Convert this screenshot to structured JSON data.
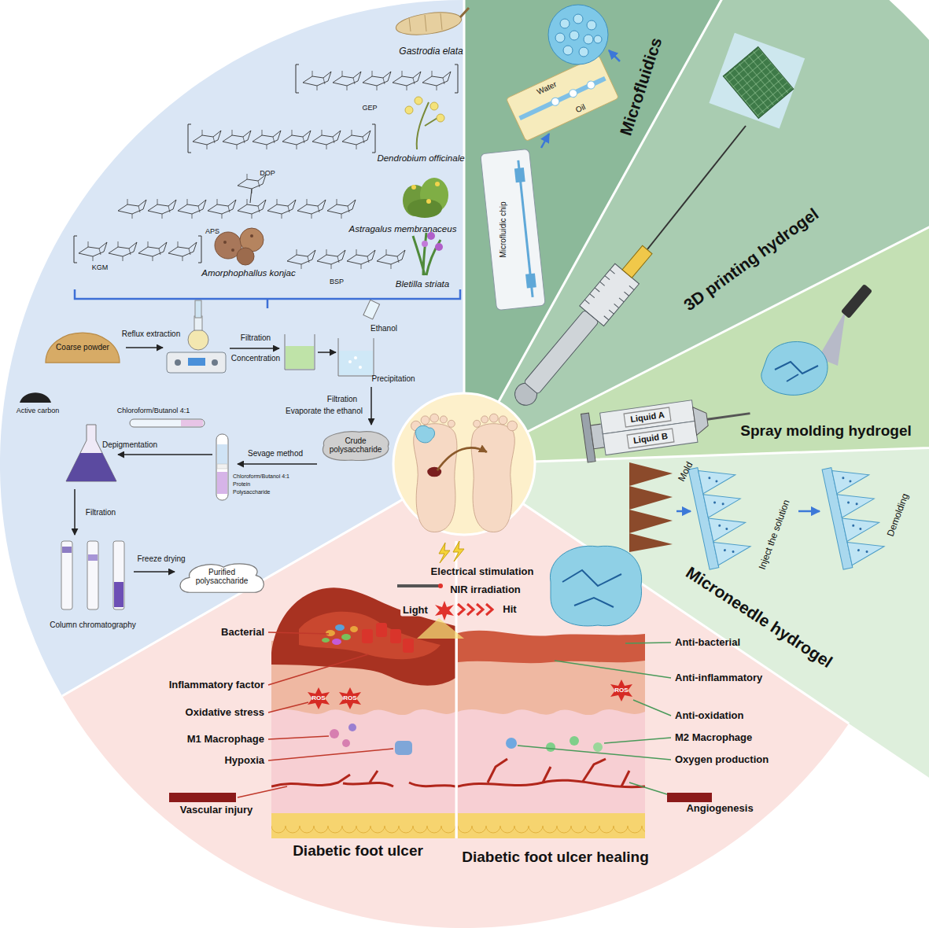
{
  "diagram": {
    "nodes": [
      {
        "text": [
          "Coarse powder"
        ]
      },
      {
        "text": [
          "Crude polysaccharide"
        ]
      },
      {
        "text": [
          "Purified polysaccharide"
        ]
      },
      {
        "text": [
          "Liquid A"
        ]
      },
      {
        "text": [
          "Liquid B"
        ]
      }
    ],
    "labels": [
      "Gastrodia elata",
      "GEP",
      "DOP",
      "Dendrobium officinale",
      "APS",
      "Astragalus membranaceus",
      "KGM",
      "Amorphophallus konjac",
      "BSP",
      "Bletilla striata",
      "Reflux extraction",
      "Filtration",
      "Concentration",
      "Ethanol",
      "Precipitation",
      "Filtration",
      "Evaporate the ethanol",
      "Sevage method",
      "Chloroform/Butanol 4:1",
      "Chloroform/Butanol 4:1",
      "Protein",
      "Polysaccharide",
      "Active carbon",
      "Depigmentation",
      "Filtration",
      "Freeze drying",
      "Column chromatography",
      "Water",
      "Oil",
      "Microfluidic chip",
      "Microfluidics",
      "3D printing hydrogel",
      "Spray molding hydrogel",
      "Mold",
      "Inject the solution",
      "Demolding",
      "Microneedle hydrogel",
      "Electrical stimulation",
      "NIR irradiation",
      "Light",
      "Hit",
      "Bacterial",
      "Inflammatory factor",
      "Oxidative stress",
      "M1 Macrophage",
      "Hypoxia",
      "Vascular injury",
      "ROS",
      "ROS",
      "Diabetic foot ulcer",
      "Anti-bacterial",
      "Anti-inflammatory",
      "Anti-oxidation",
      "ROS",
      "M2 Macrophage",
      "Oxygen production",
      "Angiogenesis",
      "Diabetic foot ulcer healing"
    ]
  }
}
